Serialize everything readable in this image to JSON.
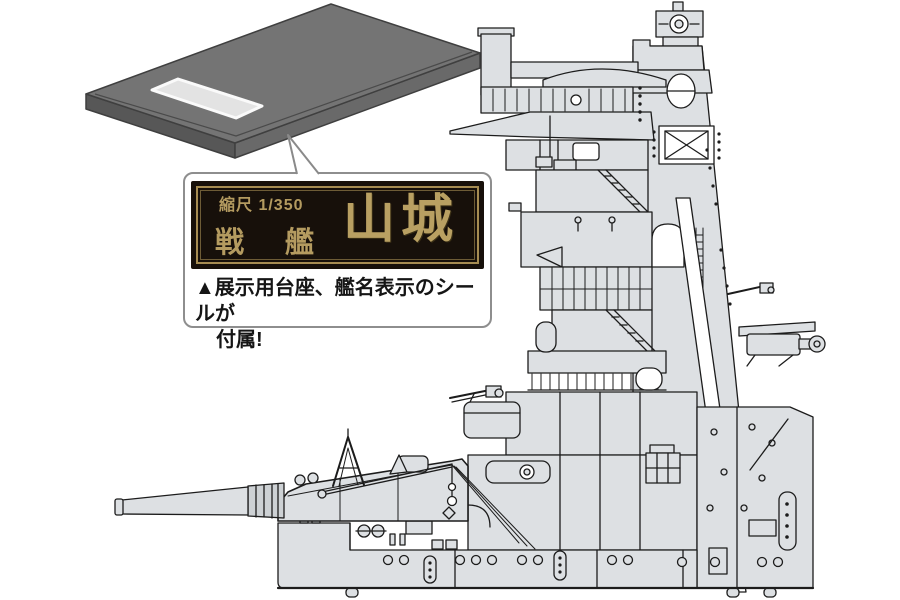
{
  "stand": {
    "name": "display-base-plate",
    "top_color": "#747474",
    "left_side_color": "#575757",
    "right_side_color": "#696969",
    "sticker_color": "#e3e3e3"
  },
  "plaque": {
    "scale_label": "縮尺 1/350",
    "ship_type_char1": "戦",
    "ship_type_char2": "艦",
    "ship_name": "山城",
    "background_color": "#17100a",
    "gold_text_color": "#b49b60",
    "gold_frame_color": "#a68c52"
  },
  "caption": {
    "line1": "▲展示用台座、艦名表示のシールが",
    "line2": "付属!"
  },
  "illustration": {
    "subject": "battleship Yamashiro pagoda mast superstructure and forward gun turret, technical line drawing",
    "line_color": "#1c1c1c",
    "fill_color": "#dde0e3",
    "shade_color": "#cdd1d4"
  }
}
